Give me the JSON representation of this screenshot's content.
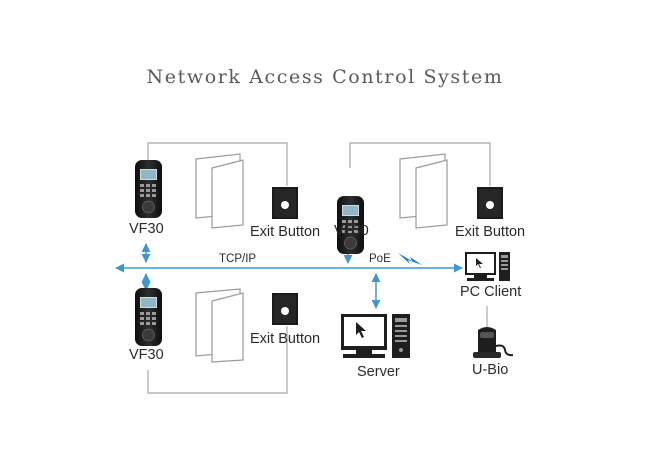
{
  "title": "Network Access Control System",
  "labels": {
    "terminal_top_left": "VF30",
    "terminal_bottom_left": "VF30",
    "terminal_center": "VF30",
    "exit_button_top_left": "Exit Button",
    "exit_button_top_right": "Exit Button",
    "exit_button_bottom_left": "Exit Button",
    "network": "TCP/IP",
    "poe": "PoE",
    "pc_client": "PC Client",
    "server": "Server",
    "u_bio": "U-Bio"
  },
  "colors": {
    "network_line": "#3d97d3",
    "wire": "#a8a8a8",
    "terminal_body": "#1c1c1c",
    "poe_bolt": "#1f7dc4"
  }
}
